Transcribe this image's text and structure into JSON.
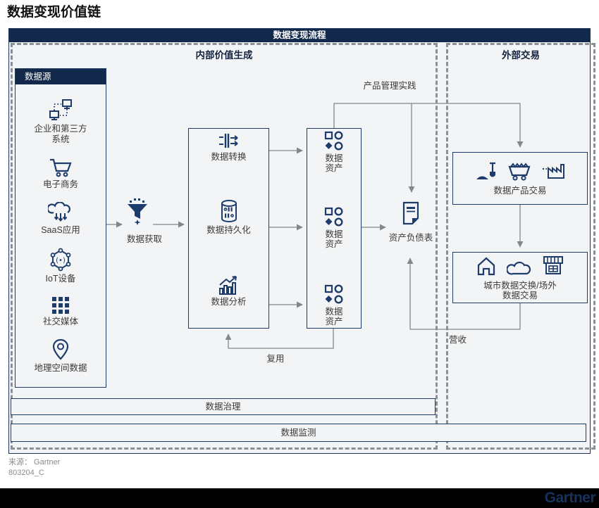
{
  "page": {
    "title": "数据变现价值链"
  },
  "banner": {
    "label": "数据变现流程"
  },
  "internal": {
    "title": "内部价值生成",
    "sources": {
      "title": "数据源",
      "items": [
        {
          "icon": "enterprise-systems-icon",
          "line1": "企业和第三方",
          "line2": "系统"
        },
        {
          "icon": "ecommerce-cart-icon",
          "line1": "电子商务",
          "line2": ""
        },
        {
          "icon": "saas-cloud-icon",
          "line1": "SaaS应用",
          "line2": ""
        },
        {
          "icon": "iot-device-icon",
          "line1": "IoT设备",
          "line2": ""
        },
        {
          "icon": "social-media-grid-icon",
          "line1": "社交媒体",
          "line2": ""
        },
        {
          "icon": "geospatial-pin-icon",
          "line1": "地理空间数据",
          "line2": ""
        }
      ]
    },
    "acquisition": {
      "icon": "funnel-icon",
      "label": "数据获取"
    },
    "processing": {
      "transform": {
        "icon": "data-transform-icon",
        "label": "数据转换"
      },
      "persist": {
        "icon": "database-icon",
        "label": "数据持久化"
      },
      "analyze": {
        "icon": "analytics-chart-icon",
        "label": "数据分析"
      }
    },
    "assets": {
      "icon": "data-assets-icon",
      "line1": "数据",
      "line2": "资产"
    },
    "balance_sheet": {
      "icon": "balance-sheet-doc-icon",
      "label": "资产负债表"
    },
    "product_mgmt_label": "产品管理实践",
    "reuse_label": "复用",
    "governance_label": "数据治理",
    "monitoring_label": "数据监测"
  },
  "external": {
    "title": "外部交易",
    "product_trading": {
      "icons": [
        "shovel-mining-icon",
        "mine-cart-icon",
        "factory-icon"
      ],
      "label": "数据产品交易"
    },
    "data_exchange": {
      "icons": [
        "house-icon",
        "cloud-icon",
        "storefront-icon"
      ],
      "line1": "城市数据交换/场外",
      "line2": "数据交易"
    },
    "revenue_label": "营收"
  },
  "footer": {
    "source": "来源： Gartner",
    "doc_id": "803204_C",
    "logo": "Gartner"
  },
  "colors": {
    "navy": "#12294b",
    "icon_navy": "#1e3c6b",
    "line_gray": "#82878c",
    "bg_gray": "#f3f4f5",
    "footer_bar": "#000000"
  }
}
